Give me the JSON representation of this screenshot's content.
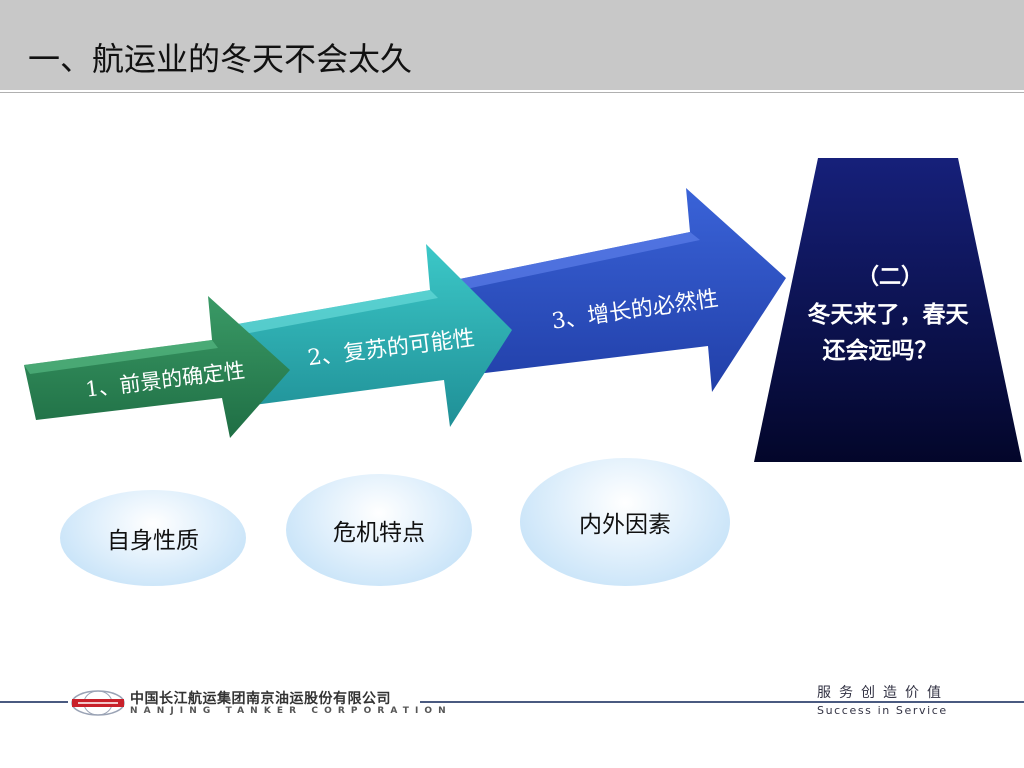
{
  "title": "一、航运业的冬天不会太久",
  "arrows": [
    {
      "label": "1、前景的确定性"
    },
    {
      "label": "2、复苏的可能性"
    },
    {
      "label": "3、增长的必然性"
    }
  ],
  "trapezoid": {
    "line1": "（二）",
    "line2": "冬天来了，春天",
    "line3": "还会远吗？"
  },
  "ovals": [
    {
      "label": "自身性质"
    },
    {
      "label": "危机特点"
    },
    {
      "label": "内外因素"
    }
  ],
  "footer": {
    "company_cn": "中国长江航运集团南京油运股份有限公司",
    "company_en": "NANJING TANKER CORPORATION",
    "slogan_cn": "服务创造价值",
    "slogan_en": "Success in Service",
    "logo_icon": "sinotrans-csc-logo"
  },
  "colors": {
    "header_bg": "#c8c8c8",
    "arrow1": "#2e8a5a",
    "arrow2": "#2ab3b6",
    "arrow3": "#2f52c8",
    "trapezoid": "#0c1550"
  }
}
